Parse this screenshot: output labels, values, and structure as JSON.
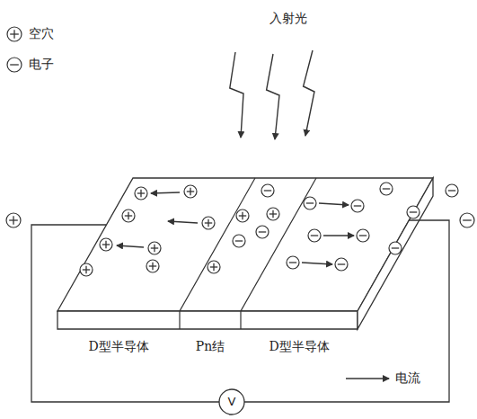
{
  "diagram": {
    "nodes": [
      {
        "text": [
          "D型半导体"
        ]
      },
      {
        "text": [
          "Pn结"
        ]
      },
      {
        "text": [
          "D型半导体"
        ]
      },
      {
        "text": [
          "V"
        ]
      }
    ],
    "labels": [
      "入射光"
    ],
    "legend": [
      {
        "text": "空穴"
      },
      {
        "text": "电子"
      },
      {
        "text": "电流"
      }
    ]
  }
}
